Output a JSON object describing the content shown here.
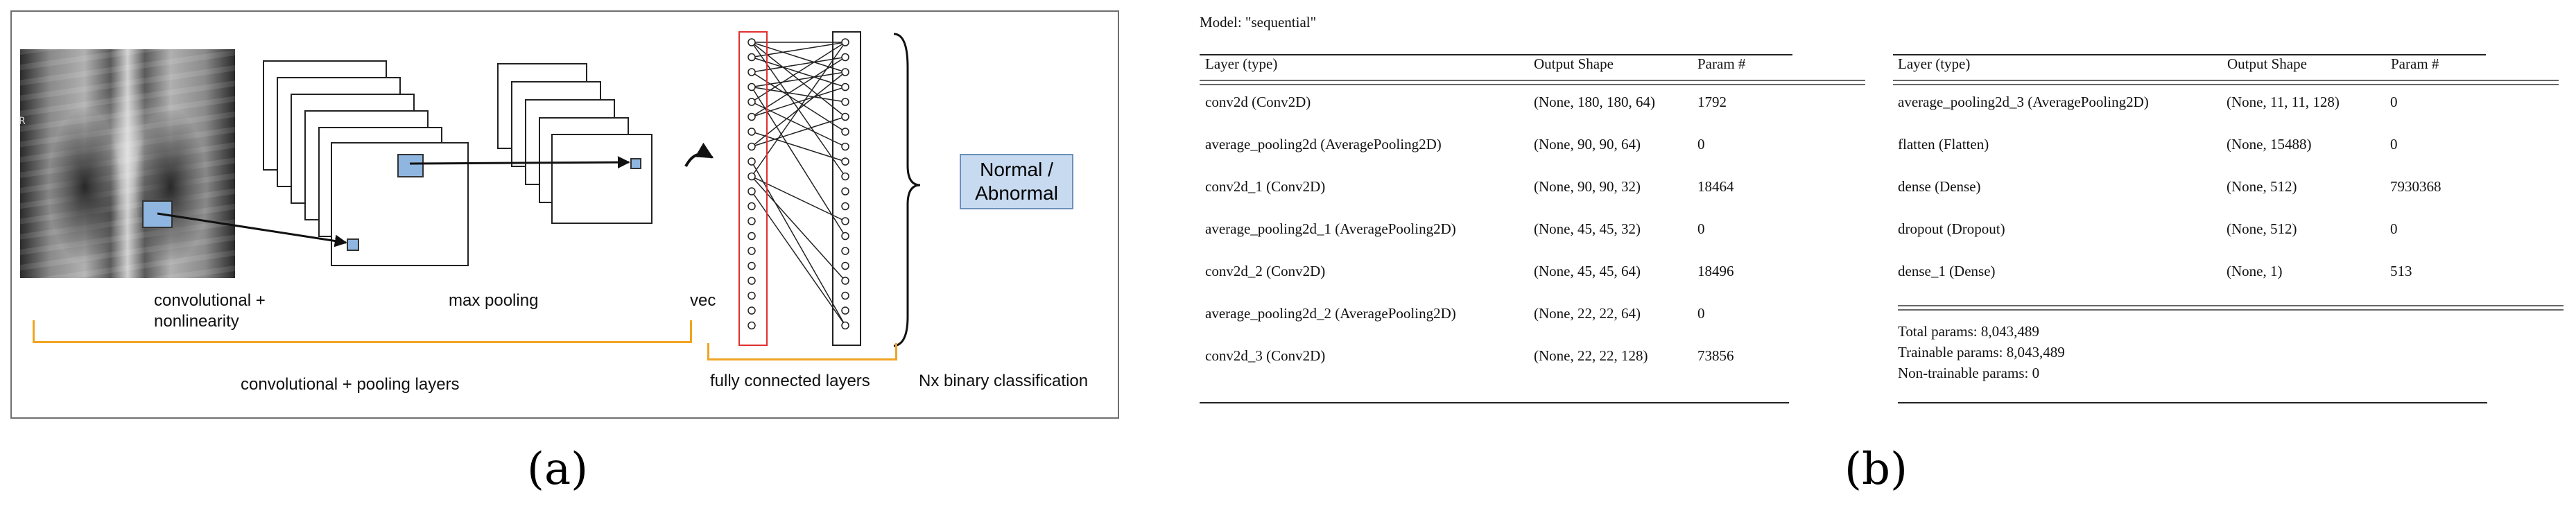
{
  "panel_a": {
    "letter": "(a)",
    "labels": {
      "conv": "convolutional +\nnonlinearity",
      "maxpool": "max pooling",
      "vec": "vec",
      "conv_pool_layers": "convolutional + pooling layers",
      "fc_layers": "fully connected layers",
      "nx_binary": "Nx binary classification",
      "output_box": "Normal /\nAbnormal",
      "xray_marker": "R"
    },
    "colors": {
      "bracket": "#f0a422",
      "kernel": "#8fb6e0",
      "output_box": "#c7daf0",
      "highlight": "#e03030"
    },
    "icons": [
      "curved-arrow-icon",
      "right-brace-icon"
    ]
  },
  "panel_b": {
    "letter": "(b)",
    "model_title": "Model: \"sequential\"",
    "headers": [
      "Layer (type)",
      "Output Shape",
      "Param #"
    ],
    "left_rows": [
      [
        "conv2d (Conv2D)",
        "(None, 180, 180, 64)",
        "1792"
      ],
      [
        "average_pooling2d (AveragePooling2D)",
        "(None, 90, 90, 64)",
        "0"
      ],
      [
        "conv2d_1 (Conv2D)",
        "(None, 90, 90, 32)",
        "18464"
      ],
      [
        "average_pooling2d_1 (AveragePooling2D)",
        "(None, 45, 45, 32)",
        "0"
      ],
      [
        "conv2d_2 (Conv2D)",
        "(None, 45, 45, 64)",
        "18496"
      ],
      [
        "average_pooling2d_2 (AveragePooling2D)",
        "(None, 22, 22, 64)",
        "0"
      ],
      [
        "conv2d_3 (Conv2D)",
        "(None, 22, 22, 128)",
        "73856"
      ]
    ],
    "right_rows": [
      [
        "average_pooling2d_3 (AveragePooling2D)",
        "(None, 11, 11, 128)",
        "0"
      ],
      [
        "flatten (Flatten)",
        "(None, 15488)",
        "0"
      ],
      [
        "dense (Dense)",
        "(None, 512)",
        "7930368"
      ],
      [
        "dropout (Dropout)",
        "(None, 512)",
        "0"
      ],
      [
        "dense_1 (Dense)",
        "(None, 1)",
        "513"
      ]
    ],
    "totals": [
      "Total params: 8,043,489",
      "Trainable params: 8,043,489",
      "Non-trainable params: 0"
    ]
  }
}
